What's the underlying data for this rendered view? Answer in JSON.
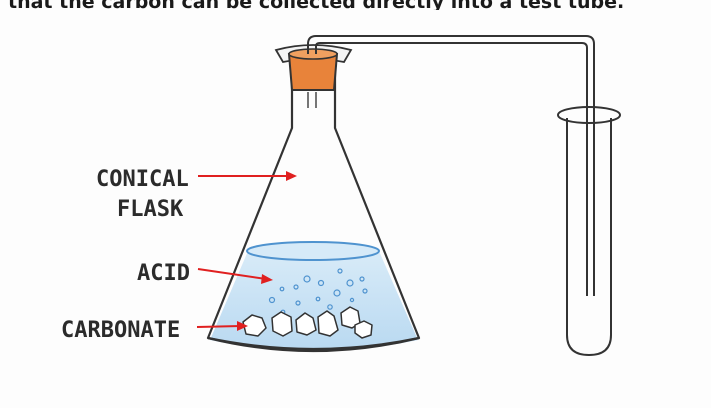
{
  "caption": "that the carbon can be collected directly into a test tube.",
  "labels": {
    "conical_flask_line1": "CONICAL",
    "conical_flask_line2": "FLASK",
    "acid": "ACID",
    "carbonate": "CARBONATE"
  },
  "colors": {
    "arrow": "#e02020",
    "stopper": "#e8833a",
    "liquid": "#c9e2f5",
    "liquid_surface": "#4f93cf",
    "glass_outline": "#333333"
  }
}
